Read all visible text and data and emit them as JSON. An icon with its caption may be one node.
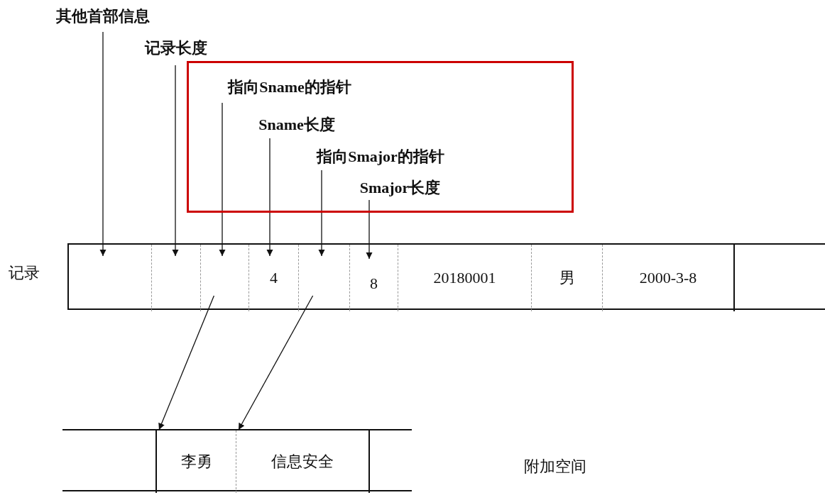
{
  "diagram": {
    "nodes": [
      {
        "text": [
          "其他首部信息"
        ]
      },
      {
        "text": [
          "记录长度"
        ]
      },
      {
        "text": [],
        "shape": "box"
      },
      {
        "text": [
          "指向Sname的指针"
        ],
        "in": 2
      },
      {
        "text": [
          "Sname长度"
        ],
        "in": 2
      },
      {
        "text": [
          "指向Smajor的指针"
        ],
        "in": 2
      },
      {
        "text": [
          "Smajor长度"
        ],
        "in": 2
      },
      {
        "text": [],
        "shape": "bar",
        "beside": [
          "记录"
        ]
      },
      {
        "text": [],
        "shape": "box",
        "in": 7
      },
      {
        "text": [],
        "shape": "box",
        "in": 7
      },
      {
        "text": [],
        "shape": "box",
        "in": 7
      },
      {
        "text": [
          "4"
        ],
        "in": 7
      },
      {
        "text": [],
        "shape": "box",
        "in": 7
      },
      {
        "text": [
          "8"
        ],
        "in": 7
      },
      {
        "text": [
          "20180001"
        ],
        "in": 7
      },
      {
        "text": [
          "男"
        ],
        "in": 7
      },
      {
        "text": [
          "2000-3-8"
        ],
        "in": 7
      },
      {
        "text": [],
        "shape": "bar"
      },
      {
        "text": [],
        "shape": "box",
        "in": 17
      },
      {
        "text": [
          "李勇"
        ],
        "in": 17
      },
      {
        "text": [
          "信息安全"
        ],
        "in": 17
      }
    ],
    "edges": [
      {
        "from": 0,
        "to": 8,
        "arrow": "to"
      },
      {
        "from": 1,
        "to": 9,
        "arrow": "to"
      },
      {
        "from": 3,
        "to": 10,
        "arrow": "to"
      },
      {
        "from": 4,
        "to": 11,
        "arrow": "to"
      },
      {
        "from": 5,
        "to": 12,
        "arrow": "to"
      },
      {
        "from": 6,
        "to": 13,
        "arrow": "to"
      },
      {
        "from": 10,
        "to": 19,
        "arrow": "to"
      },
      {
        "from": 12,
        "to": 20,
        "arrow": "to"
      }
    ],
    "labels": [
      "附加空间"
    ]
  }
}
